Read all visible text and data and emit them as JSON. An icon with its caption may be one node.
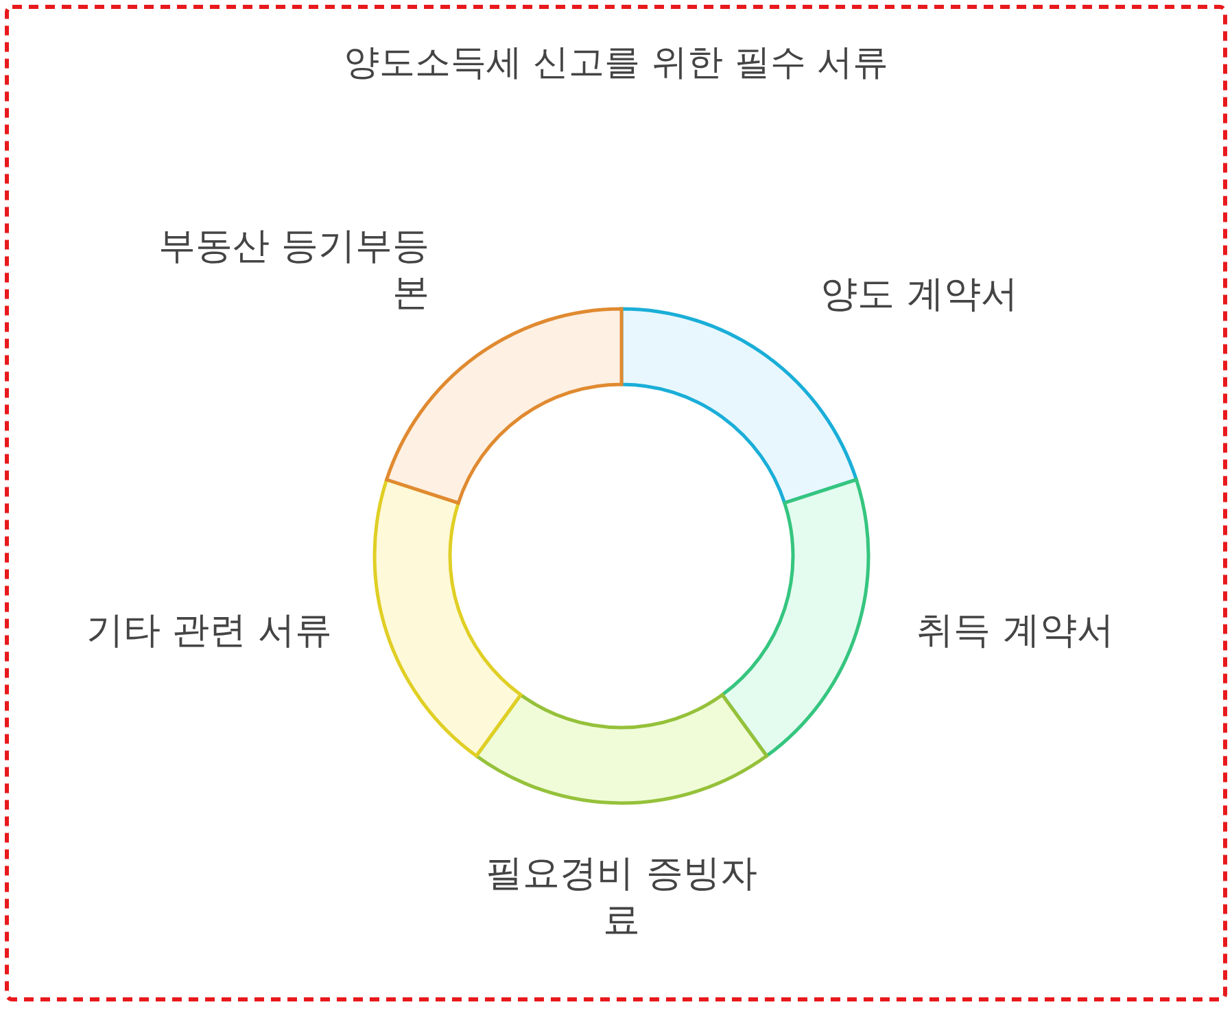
{
  "diagram": {
    "title": "양도소득세 신고를 위한 필수 서류",
    "nodes": [
      {
        "text": [
          "양도 계약서"
        ]
      },
      {
        "text": [
          "취득 계약서"
        ]
      },
      {
        "text": [
          "필요경비 증빙자료"
        ]
      },
      {
        "text": [
          "기타 관련 서류"
        ]
      },
      {
        "text": [
          "부동산 등기부등본"
        ]
      }
    ],
    "edges": []
  }
}
